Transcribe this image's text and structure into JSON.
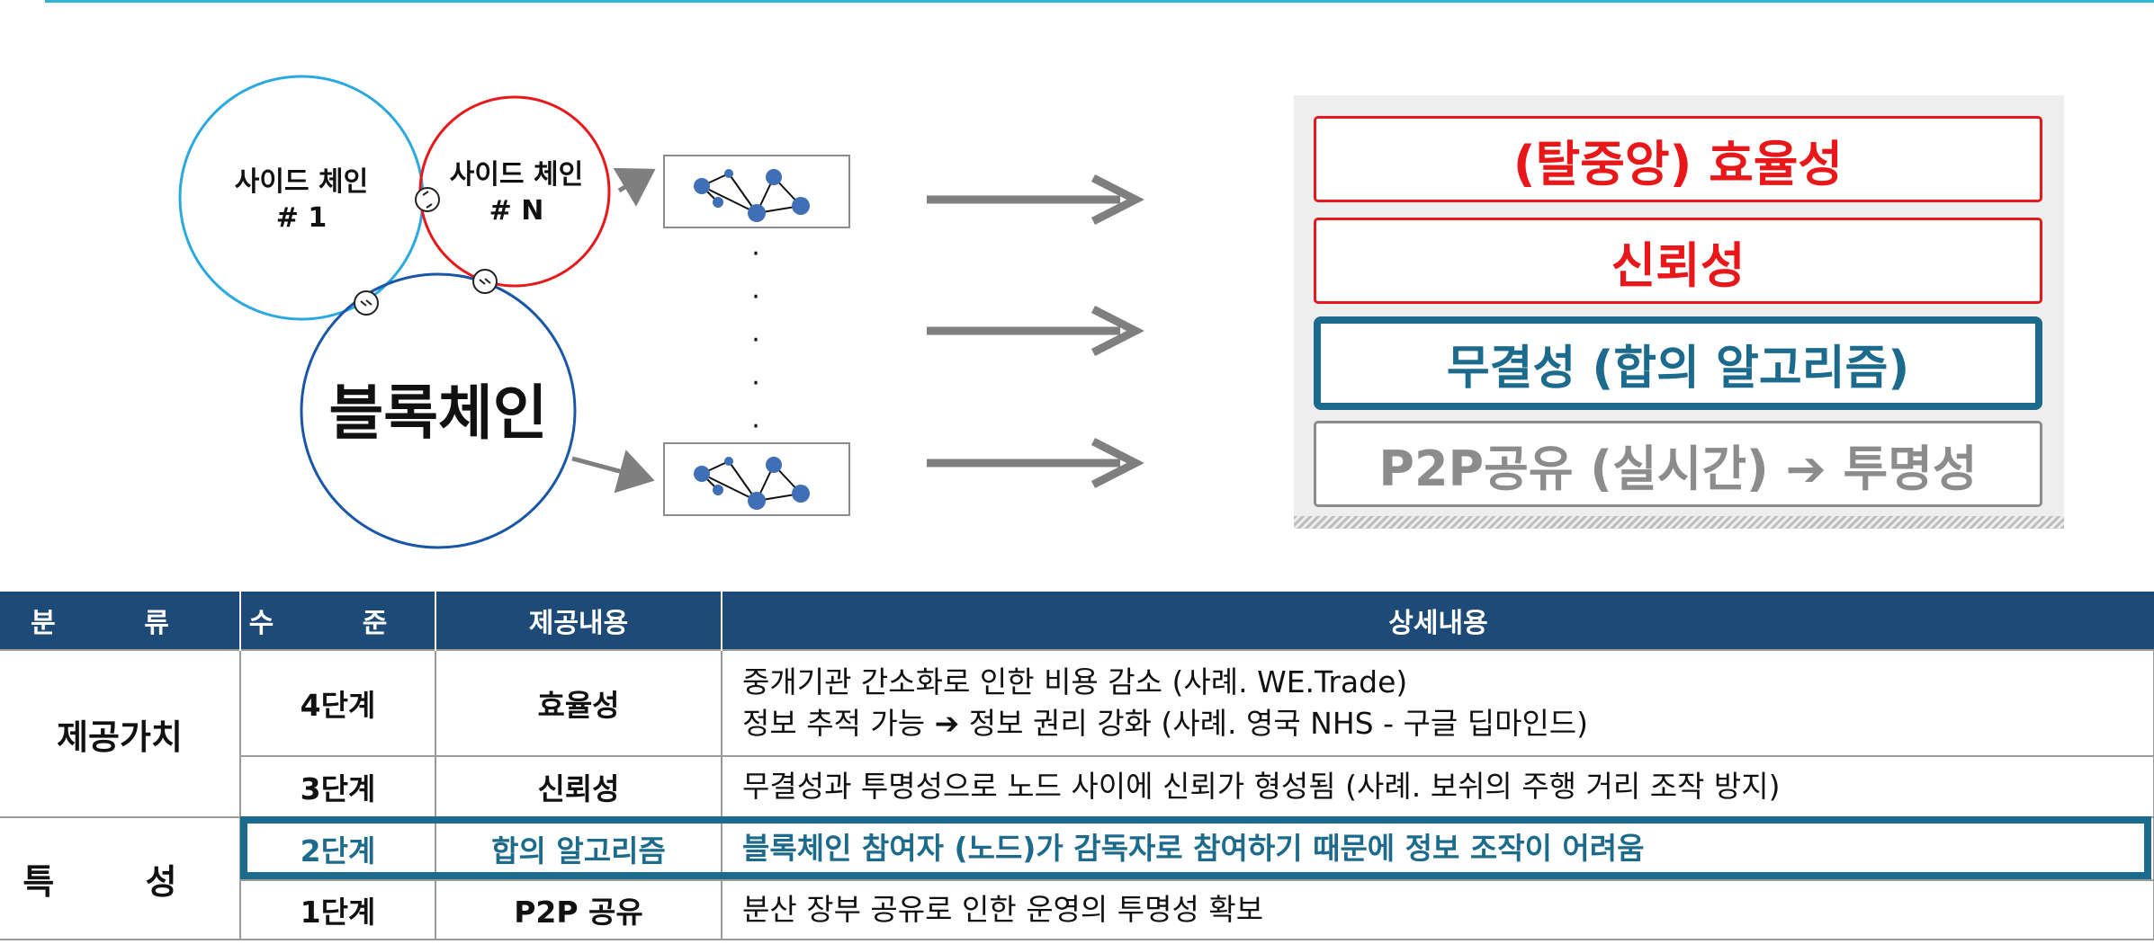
{
  "diagram": {
    "circles": [
      {
        "label_lines": [
          "사이드 체인",
          "# 1"
        ],
        "color": "#2aa9e0"
      },
      {
        "label_lines": [
          "사이드 체인",
          "# N"
        ],
        "color": "#e8181a"
      },
      {
        "label": "블록체인",
        "color": "#1a56a8"
      }
    ],
    "dots": "·"
  },
  "panel": {
    "items": [
      {
        "label": "(탈중앙) 효율성",
        "style": "red"
      },
      {
        "label": "신뢰성",
        "style": "red"
      },
      {
        "label": "무결성 (합의 알고리즘)",
        "style": "teal"
      },
      {
        "label": "P2P공유 (실시간) ➔ 투명성",
        "style": "gray"
      }
    ]
  },
  "table": {
    "headers": [
      "분 류",
      "수 준",
      "제공내용",
      "상세내용"
    ],
    "categories": [
      "제공가치",
      "특 성"
    ],
    "rows": [
      {
        "level": "4단계",
        "content": "효율성",
        "detail_lines": [
          "중개기관 간소화로 인한 비용 감소 (사례. WE.Trade)",
          "정보 추적 가능 ➔ 정보 권리 강화 (사례.  영국 NHS - 구글 딥마인드)"
        ]
      },
      {
        "level": "3단계",
        "content": "신뢰성",
        "detail": "무결성과 투명성으로 노드 사이에 신뢰가 형성됨 (사례.  보쉬의 주행 거리 조작 방지)"
      },
      {
        "level": "2단계",
        "content": "합의 알고리즘",
        "detail": "블록체인 참여자 (노드)가 감독자로 참여하기 때문에 정보 조작이 어려움"
      },
      {
        "level": "1단계",
        "content": "P2P 공유",
        "detail": "분산 장부 공유로 인한 운영의 투명성 확보"
      }
    ],
    "highlight_color": "#1c6a8c",
    "header_color": "#1e4a78"
  }
}
